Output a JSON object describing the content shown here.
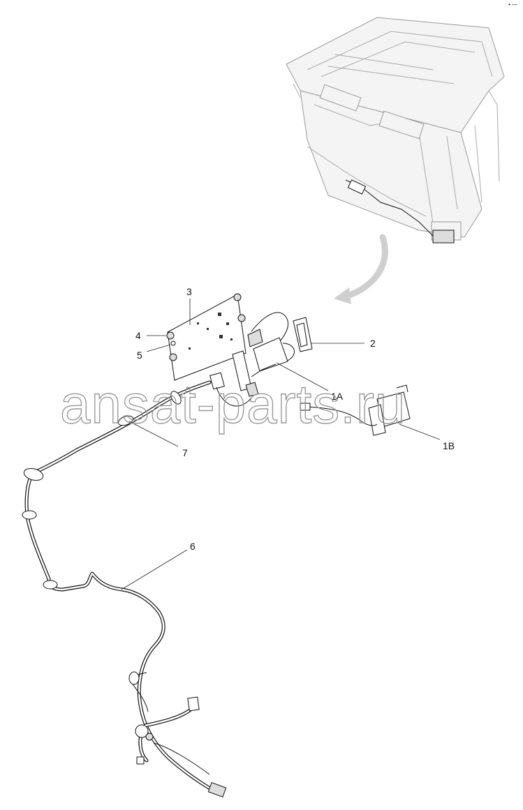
{
  "corner_mark": "• —",
  "watermark": "ansat-parts.ru",
  "callouts": {
    "c3": "3",
    "c4": "4",
    "c5": "5",
    "c2": "2",
    "c1a": "1A",
    "c1b": "1B",
    "c7": "7",
    "c6": "6"
  }
}
